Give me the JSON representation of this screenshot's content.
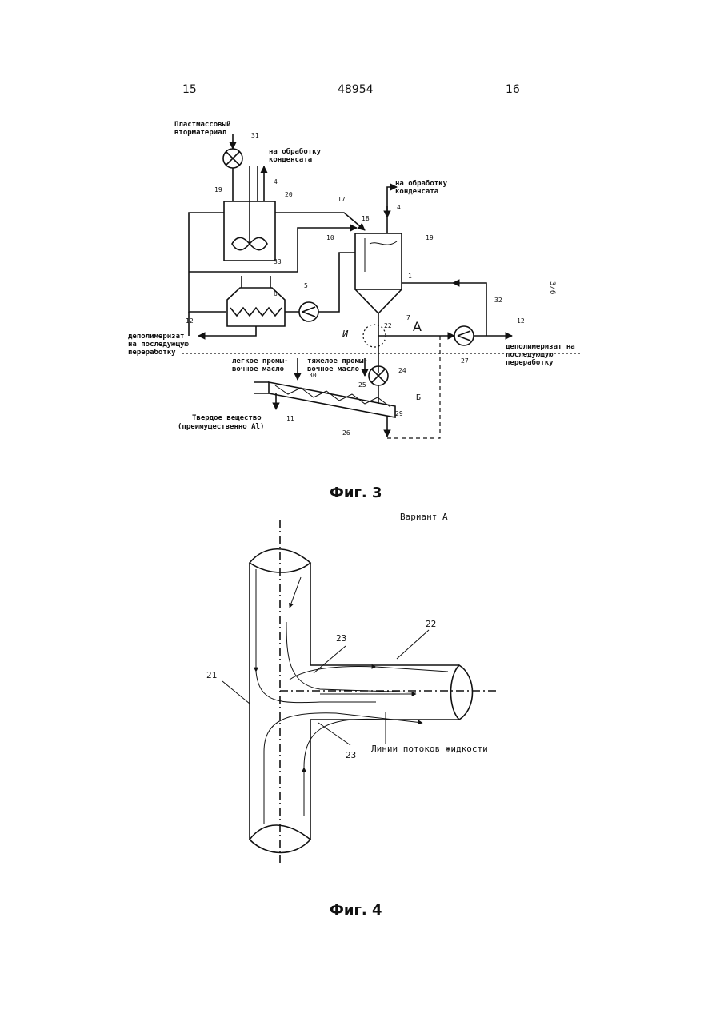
{
  "header": {
    "left_page": "15",
    "doc_number": "48954",
    "right_page": "16"
  },
  "side_note": "3/6",
  "fig3": {
    "caption": "Фиг. 3",
    "labels": {
      "plastic_1": "Пластмассовый",
      "plastic_2": "вторматериал",
      "condensate1_1": "на обработку",
      "condensate1_2": "конденсата",
      "condensate2_1": "на обработку",
      "condensate2_2": "конденсата",
      "depoly_left_1": "деполимеризат",
      "depoly_left_2": "на последующую",
      "depoly_left_3": "переработку",
      "depoly_right_1": "деполимеризат на",
      "depoly_right_2": "последующую",
      "depoly_right_3": "переработку",
      "light_oil_1": "легкое промы-",
      "light_oil_2": "вочное масло",
      "heavy_oil_1": "тяжелое промы-",
      "heavy_oil_2": "вочное масло",
      "solid_1": "Твердое вещество",
      "solid_2": "(преимущественно Al)",
      "letter_A": "A",
      "letter_B": "Б",
      "letter_I": "И"
    },
    "numbers": [
      "31",
      "19",
      "4",
      "20",
      "33",
      "17",
      "18",
      "10",
      "19",
      "1",
      "5",
      "6",
      "12",
      "7",
      "22",
      "24",
      "25",
      "30",
      "11",
      "26",
      "29",
      "27",
      "32",
      "12",
      "4"
    ]
  },
  "fig4": {
    "caption": "Фиг. 4",
    "variant": "Вариант А",
    "flow_lines": "Линии потоков жидкости",
    "n21": "21",
    "n22": "22",
    "n23a": "23",
    "n23b": "23"
  }
}
